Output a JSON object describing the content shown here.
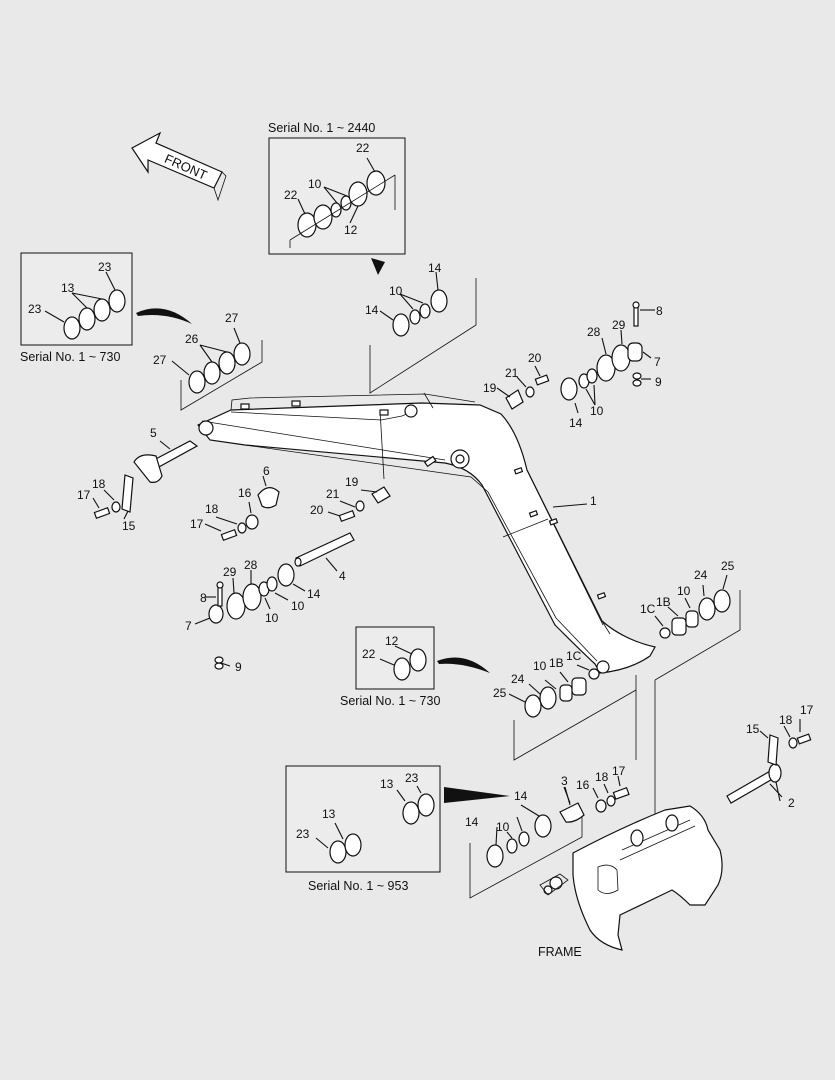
{
  "serial_labels": {
    "top": "Serial No. 1 ~ 2440",
    "left": "Serial No. 1 ~ 730",
    "middle": "Serial No. 1 ~ 730",
    "bottom": "Serial No. 1 ~ 953"
  },
  "front_label": "FRONT",
  "frame_label": "FRAME",
  "callouts": [
    {
      "id": "c1",
      "text": "1"
    },
    {
      "id": "c2",
      "text": "2"
    },
    {
      "id": "c3",
      "text": "3"
    },
    {
      "id": "c4",
      "text": "4"
    },
    {
      "id": "c5",
      "text": "5"
    },
    {
      "id": "c6",
      "text": "6"
    },
    {
      "id": "c7a",
      "text": "7"
    },
    {
      "id": "c7b",
      "text": "7"
    },
    {
      "id": "c8a",
      "text": "8"
    },
    {
      "id": "c8b",
      "text": "8"
    },
    {
      "id": "c9a",
      "text": "9"
    },
    {
      "id": "c9b",
      "text": "9"
    },
    {
      "id": "c10a",
      "text": "10"
    },
    {
      "id": "c10b",
      "text": "10"
    },
    {
      "id": "c10c",
      "text": "10"
    },
    {
      "id": "c10d",
      "text": "10"
    },
    {
      "id": "c10e",
      "text": "10"
    },
    {
      "id": "c10f",
      "text": "10"
    },
    {
      "id": "c10g",
      "text": "10"
    },
    {
      "id": "c10h",
      "text": "10"
    },
    {
      "id": "c12a",
      "text": "12"
    },
    {
      "id": "c12b",
      "text": "12"
    },
    {
      "id": "c13a",
      "text": "13"
    },
    {
      "id": "c13b",
      "text": "13"
    },
    {
      "id": "c13c",
      "text": "13"
    },
    {
      "id": "c14a",
      "text": "14"
    },
    {
      "id": "c14b",
      "text": "14"
    },
    {
      "id": "c14c",
      "text": "14"
    },
    {
      "id": "c14d",
      "text": "14"
    },
    {
      "id": "c14e",
      "text": "14"
    },
    {
      "id": "c14f",
      "text": "14"
    },
    {
      "id": "c15a",
      "text": "15"
    },
    {
      "id": "c15b",
      "text": "15"
    },
    {
      "id": "c16a",
      "text": "16"
    },
    {
      "id": "c16b",
      "text": "16"
    },
    {
      "id": "c17a",
      "text": "17"
    },
    {
      "id": "c17b",
      "text": "17"
    },
    {
      "id": "c17c",
      "text": "17"
    },
    {
      "id": "c17d",
      "text": "17"
    },
    {
      "id": "c18a",
      "text": "18"
    },
    {
      "id": "c18b",
      "text": "18"
    },
    {
      "id": "c18c",
      "text": "18"
    },
    {
      "id": "c18d",
      "text": "18"
    },
    {
      "id": "c19a",
      "text": "19"
    },
    {
      "id": "c19b",
      "text": "19"
    },
    {
      "id": "c20a",
      "text": "20"
    },
    {
      "id": "c20b",
      "text": "20"
    },
    {
      "id": "c21a",
      "text": "21"
    },
    {
      "id": "c21b",
      "text": "21"
    },
    {
      "id": "c22a",
      "text": "22"
    },
    {
      "id": "c22b",
      "text": "22"
    },
    {
      "id": "c22c",
      "text": "22"
    },
    {
      "id": "c23a",
      "text": "23"
    },
    {
      "id": "c23b",
      "text": "23"
    },
    {
      "id": "c23c",
      "text": "23"
    },
    {
      "id": "c23d",
      "text": "23"
    },
    {
      "id": "c24a",
      "text": "24"
    },
    {
      "id": "c24b",
      "text": "24"
    },
    {
      "id": "c25a",
      "text": "25"
    },
    {
      "id": "c25b",
      "text": "25"
    },
    {
      "id": "c26",
      "text": "26"
    },
    {
      "id": "c27a",
      "text": "27"
    },
    {
      "id": "c27b",
      "text": "27"
    },
    {
      "id": "c28a",
      "text": "28"
    },
    {
      "id": "c28b",
      "text": "28"
    },
    {
      "id": "c29a",
      "text": "29"
    },
    {
      "id": "c29b",
      "text": "29"
    },
    {
      "id": "c1Ba",
      "text": "1B"
    },
    {
      "id": "c1Bb",
      "text": "1B"
    },
    {
      "id": "c1Ca",
      "text": "1C"
    },
    {
      "id": "c1Cb",
      "text": "1C"
    }
  ]
}
